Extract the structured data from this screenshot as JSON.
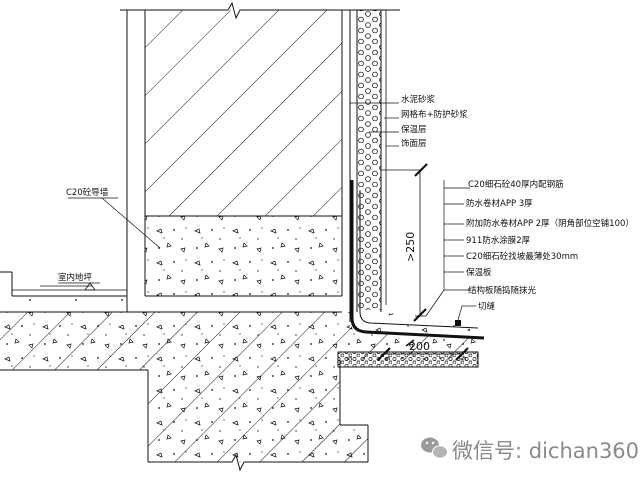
{
  "labels": {
    "wall": "C20砼导墙",
    "floor": "室内地坪",
    "l1": "水泥砂浆",
    "l2": "网格布+防护砂浆",
    "l3": "保温层",
    "l4": "饰面层",
    "r1": "C20细石砼40厚内配钢筋",
    "r2": "防水卷材APP 3厚",
    "r3": "附加防水卷材APP 2厚（阴角部位空铺100）",
    "r4": "911防水涂膜2厚",
    "r5": "C20细石砼找坡最薄处30mm",
    "r6": "保温板",
    "r7": "结构板随捣随抹光",
    "cut": "切缝"
  },
  "dimensions": {
    "vertical": ">250",
    "horizontal": "200"
  },
  "watermark": "微信号: dichan360",
  "colors": {
    "line": "#111111",
    "watermark": "#8a8a8a"
  }
}
